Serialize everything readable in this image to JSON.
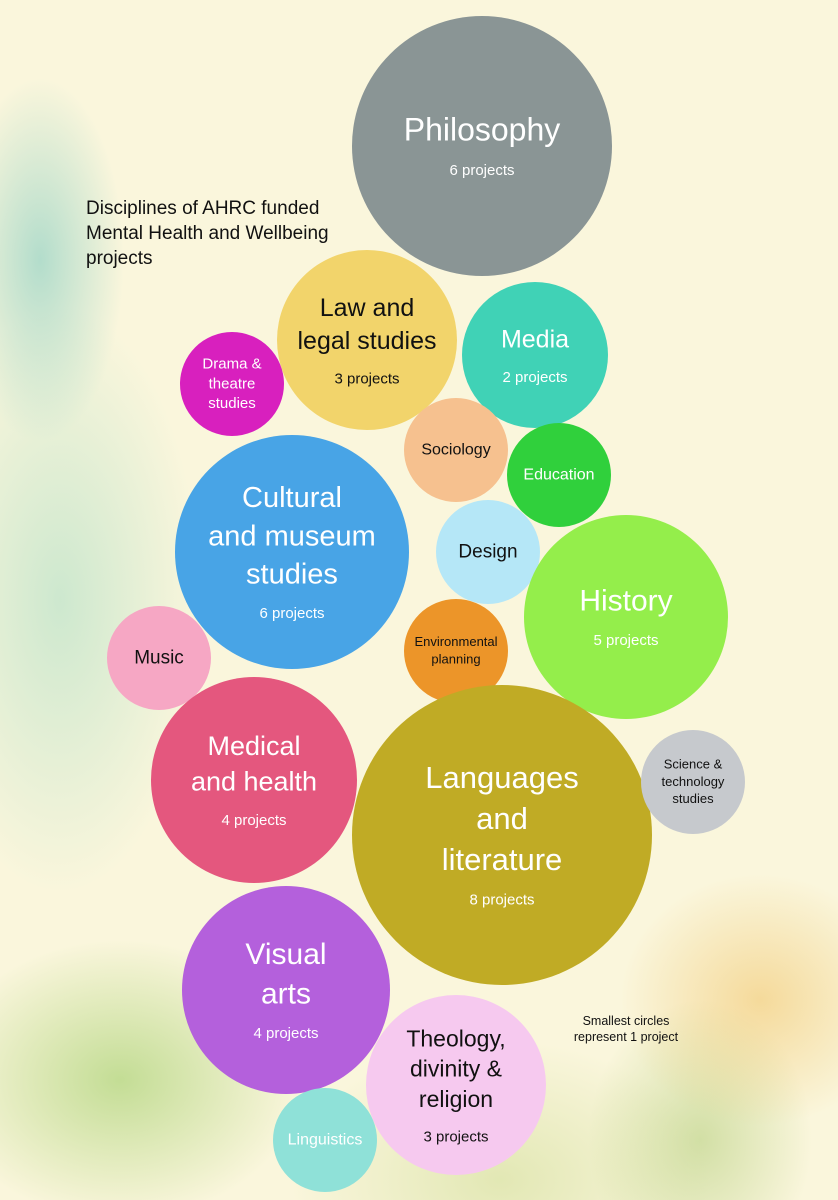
{
  "chart_data": {
    "type": "bubble",
    "title": "Disciplines of AHRC funded Mental Health and Wellbeing projects",
    "note": "Smallest circles represent 1 project",
    "unit": "projects",
    "items": [
      {
        "label": [
          "Philosophy"
        ],
        "value": 6,
        "value_label": "6 projects",
        "color": "#8a9595",
        "text": "#ffffff"
      },
      {
        "label": [
          "Law and",
          "legal studies"
        ],
        "value": 3,
        "value_label": "3 projects",
        "color": "#f2d46b",
        "text": "#111111"
      },
      {
        "label": [
          "Media"
        ],
        "value": 2,
        "value_label": "2 projects",
        "color": "#40d2b6",
        "text": "#ffffff"
      },
      {
        "label": [
          "Drama &",
          "theatre",
          "studies"
        ],
        "value": 1,
        "value_label": null,
        "color": "#d820be",
        "text": "#ffffff"
      },
      {
        "label": [
          "Sociology"
        ],
        "value": 1,
        "value_label": null,
        "color": "#f6c18f",
        "text": "#111111"
      },
      {
        "label": [
          "Education"
        ],
        "value": 1,
        "value_label": null,
        "color": "#30d03c",
        "text": "#ffffff"
      },
      {
        "label": [
          "Cultural",
          "and museum",
          "studies"
        ],
        "value": 6,
        "value_label": "6 projects",
        "color": "#48a4e6",
        "text": "#ffffff"
      },
      {
        "label": [
          "Design"
        ],
        "value": 1,
        "value_label": null,
        "color": "#b5e7f7",
        "text": "#111111"
      },
      {
        "label": [
          "History"
        ],
        "value": 5,
        "value_label": "5 projects",
        "color": "#94ee4b",
        "text": "#ffffff"
      },
      {
        "label": [
          "Environmental",
          "planning"
        ],
        "value": 1,
        "value_label": null,
        "color": "#ec9529",
        "text": "#111111"
      },
      {
        "label": [
          "Music"
        ],
        "value": 1,
        "value_label": null,
        "color": "#f6a7c4",
        "text": "#111111"
      },
      {
        "label": [
          "Medical",
          "and health"
        ],
        "value": 4,
        "value_label": "4 projects",
        "color": "#e4577e",
        "text": "#ffffff"
      },
      {
        "label": [
          "Languages",
          "and",
          "literature"
        ],
        "value": 8,
        "value_label": "8 projects",
        "color": "#c0ab25",
        "text": "#ffffff"
      },
      {
        "label": [
          "Science &",
          "technology",
          "studies"
        ],
        "value": 1,
        "value_label": null,
        "color": "#c6c9cd",
        "text": "#111111"
      },
      {
        "label": [
          "Visual",
          "arts"
        ],
        "value": 4,
        "value_label": "4 projects",
        "color": "#b460dc",
        "text": "#ffffff"
      },
      {
        "label": [
          "Theology,",
          "divinity &",
          "religion"
        ],
        "value": 3,
        "value_label": "3 projects",
        "color": "#f6c9ef",
        "text": "#111111"
      },
      {
        "label": [
          "Linguistics"
        ],
        "value": 1,
        "value_label": null,
        "color": "#8fe1d8",
        "text": "#ffffff"
      }
    ]
  }
}
